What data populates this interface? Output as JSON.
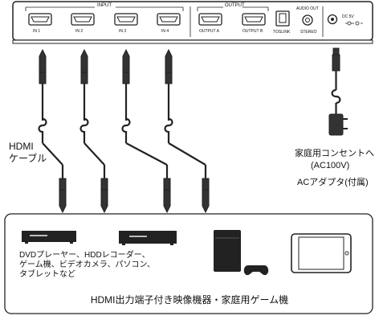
{
  "panel": {
    "input_header": "INPUT",
    "output_header": "OUTPUT",
    "audio_header": "AUDIO OUT",
    "ports": [
      {
        "label": "IN 1"
      },
      {
        "label": "IN 2"
      },
      {
        "label": "IN 3"
      },
      {
        "label": "IN 4"
      },
      {
        "label": "OUTPUT A"
      },
      {
        "label": "OUTPUT B"
      },
      {
        "label": "TOSLINK"
      },
      {
        "label": "STEREO"
      },
      {
        "label": "DC 5V"
      }
    ]
  },
  "labels": {
    "hdmi_cable_line1": "HDMI",
    "hdmi_cable_line2": "ケーブル",
    "adapter_line1": "家庭用コンセントへ",
    "adapter_line2": "(AC100V)",
    "adapter_line3": "ACアダプタ(付属)",
    "devices_line1": "DVDプレーヤー、HDDレコーダー、",
    "devices_line2": "ゲーム機、ビデオカメラ、パソコン、",
    "devices_line3": "タブレットなど",
    "footer": "HDMI出力端子付き映像機器・家庭用ゲーム機"
  }
}
